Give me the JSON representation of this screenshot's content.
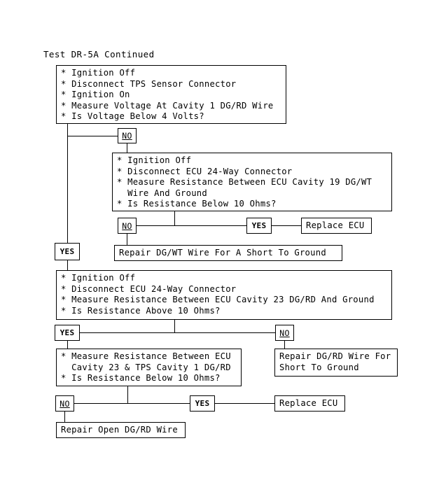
{
  "document": {
    "title": "Test DR-5A Continued"
  },
  "labels": {
    "yes": "YES",
    "no": "NO"
  },
  "flowchart": {
    "type": "flowchart",
    "orientation": "top-down",
    "nodes": [
      {
        "id": "step1",
        "kind": "decision-block",
        "lines": [
          "* Ignition Off",
          "* Disconnect TPS Sensor Connector",
          "* Ignition On",
          "* Measure Voltage At Cavity 1 DG/RD Wire",
          "* Is Voltage Below 4 Volts?"
        ],
        "text": "* Ignition Off\n* Disconnect TPS Sensor Connector\n* Ignition On\n* Measure Voltage At Cavity 1 DG/RD Wire\n* Is Voltage Below 4 Volts?"
      },
      {
        "id": "step2",
        "kind": "decision-block",
        "lines": [
          "* Ignition Off",
          "* Disconnect ECU 24-Way Connector",
          "* Measure Resistance Between ECU Cavity 19 DG/WT",
          "  Wire And Ground",
          "* Is Resistance Below 10 Ohms?"
        ],
        "text": "* Ignition Off\n* Disconnect ECU 24-Way Connector\n* Measure Resistance Between ECU Cavity 19 DG/WT\n  Wire And Ground\n* Is Resistance Below 10 Ohms?"
      },
      {
        "id": "replace_ecu_1",
        "kind": "action",
        "text": "Replace ECU"
      },
      {
        "id": "repair_dgwt",
        "kind": "action",
        "text": "Repair DG/WT Wire For A Short To Ground"
      },
      {
        "id": "step3",
        "kind": "decision-block",
        "lines": [
          "* Ignition Off",
          "* Disconnect ECU 24-Way Connector",
          "* Measure Resistance Between ECU Cavity 23 DG/RD And Ground",
          "* Is Resistance Above 10 Ohms?"
        ],
        "text": "* Ignition Off\n* Disconnect ECU 24-Way Connector\n* Measure Resistance Between ECU Cavity 23 DG/RD And Ground\n* Is Resistance Above 10 Ohms?"
      },
      {
        "id": "step4",
        "kind": "decision-block",
        "lines": [
          "* Measure Resistance Between ECU",
          "  Cavity 23 & TPS Cavity 1 DG/RD",
          "* Is Resistance Below 10 Ohms?"
        ],
        "text": "* Measure Resistance Between ECU\n  Cavity 23 & TPS Cavity 1 DG/RD\n* Is Resistance Below 10 Ohms?"
      },
      {
        "id": "repair_dgrd_short",
        "kind": "action",
        "lines": [
          "Repair DG/RD Wire For",
          "Short To Ground"
        ],
        "text": "Repair DG/RD Wire For\nShort To Ground"
      },
      {
        "id": "replace_ecu_2",
        "kind": "action",
        "text": "Replace ECU"
      },
      {
        "id": "repair_open_dgrd",
        "kind": "action",
        "text": "Repair Open DG/RD Wire"
      }
    ],
    "edges": [
      {
        "from": "step1",
        "to": "step2",
        "label": "NO"
      },
      {
        "from": "step1",
        "to": "step3",
        "label": "YES"
      },
      {
        "from": "step2",
        "to": "replace_ecu_1",
        "label": "YES"
      },
      {
        "from": "step2",
        "to": "repair_dgwt",
        "label": "NO"
      },
      {
        "from": "step3",
        "to": "step4",
        "label": "YES"
      },
      {
        "from": "step3",
        "to": "repair_dgrd_short",
        "label": "NO"
      },
      {
        "from": "step4",
        "to": "replace_ecu_2",
        "label": "YES"
      },
      {
        "from": "step4",
        "to": "repair_open_dgrd",
        "label": "NO"
      }
    ]
  },
  "colors": {
    "background": "#ffffff",
    "stroke": "#000000",
    "text": "#000000"
  }
}
